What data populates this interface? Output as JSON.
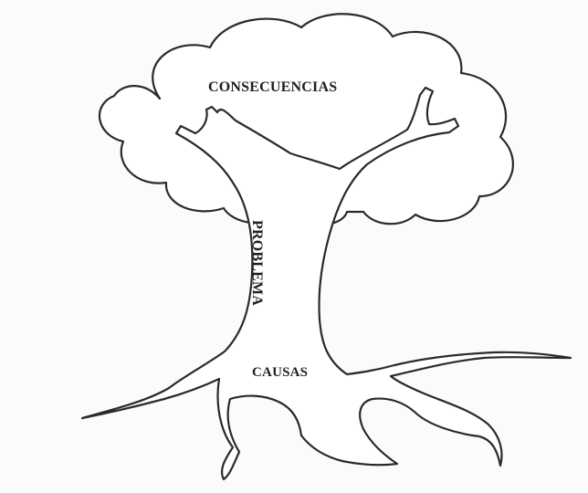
{
  "diagram": {
    "canopy_label": "CONSECUENCIAS",
    "trunk_label": "PROBLEMA",
    "roots_label": "CAUSAS"
  },
  "colors": {
    "outline": "#2a2a2a",
    "background": "#fbfbfb",
    "text": "#1f1f1f"
  }
}
